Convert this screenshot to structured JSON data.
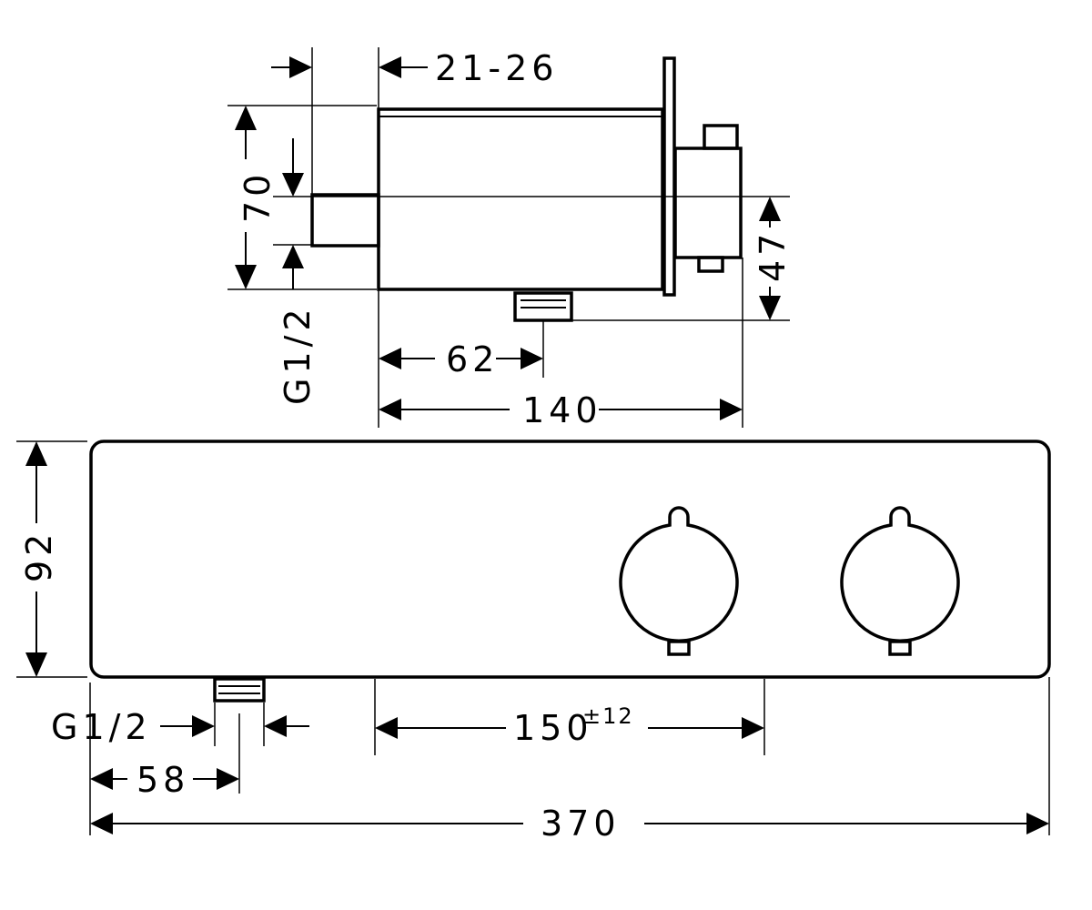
{
  "dimensions": {
    "wall_depth_range": "21-26",
    "body_height": "70",
    "outlet_thread_side": "G1/2",
    "outlet_offset": "62",
    "depth_total": "140",
    "side_connection_height": "47",
    "height": "92",
    "inlet_spacing": "150",
    "inlet_spacing_tolerance": "±12",
    "outlet_thread_front": "G1/2",
    "outlet_position": "58",
    "width": "370"
  },
  "views": [
    "side-view",
    "front-view"
  ],
  "line_color": "#000000",
  "background_color": "#ffffff"
}
